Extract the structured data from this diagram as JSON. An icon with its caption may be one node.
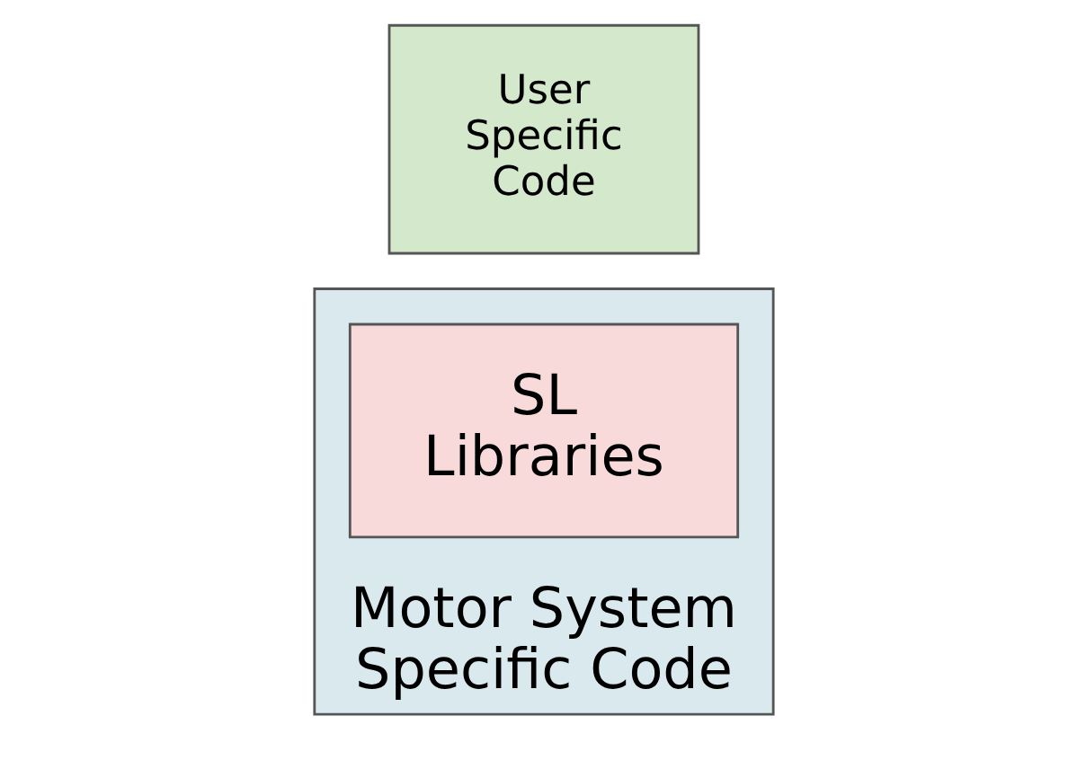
{
  "diagram": {
    "nodes": [
      {
        "text": [
          "Motor System Specific Code"
        ]
      },
      {
        "text": [
          "SL Libraries"
        ],
        "in": 0
      },
      {
        "text": [
          "User Specific Code"
        ]
      }
    ]
  }
}
